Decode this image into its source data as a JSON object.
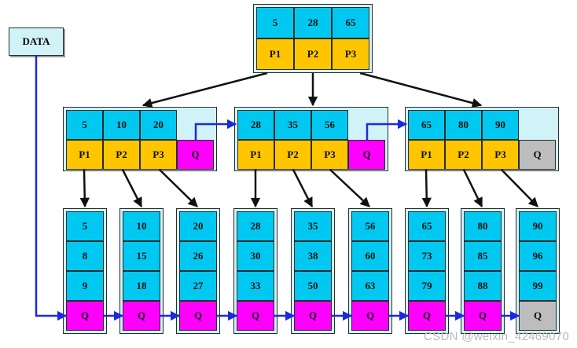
{
  "data_label": "DATA",
  "root": {
    "keys": [
      "5",
      "28",
      "65"
    ],
    "ptrs": [
      "P1",
      "P2",
      "P3"
    ]
  },
  "internals": [
    {
      "keys": [
        "5",
        "10",
        "20"
      ],
      "ptrs": [
        "P1",
        "P2",
        "P3"
      ],
      "q": "Q",
      "q_color": "#ff00ff"
    },
    {
      "keys": [
        "28",
        "35",
        "56"
      ],
      "ptrs": [
        "P1",
        "P2",
        "P3"
      ],
      "q": "Q",
      "q_color": "#ff00ff"
    },
    {
      "keys": [
        "65",
        "80",
        "90"
      ],
      "ptrs": [
        "P1",
        "P2",
        "P3"
      ],
      "q": "Q",
      "q_color": "#bdbdbd"
    }
  ],
  "leaves": [
    {
      "keys": [
        "5",
        "8",
        "9"
      ],
      "q": "Q",
      "q_color": "#ff00ff"
    },
    {
      "keys": [
        "10",
        "15",
        "18"
      ],
      "q": "Q",
      "q_color": "#ff00ff"
    },
    {
      "keys": [
        "20",
        "26",
        "27"
      ],
      "q": "Q",
      "q_color": "#ff00ff"
    },
    {
      "keys": [
        "28",
        "30",
        "33"
      ],
      "q": "Q",
      "q_color": "#ff00ff"
    },
    {
      "keys": [
        "35",
        "38",
        "50"
      ],
      "q": "Q",
      "q_color": "#ff00ff"
    },
    {
      "keys": [
        "56",
        "60",
        "63"
      ],
      "q": "Q",
      "q_color": "#ff00ff"
    },
    {
      "keys": [
        "65",
        "73",
        "79"
      ],
      "q": "Q",
      "q_color": "#ff00ff"
    },
    {
      "keys": [
        "80",
        "85",
        "88"
      ],
      "q": "Q",
      "q_color": "#ff00ff"
    },
    {
      "keys": [
        "90",
        "96",
        "99"
      ],
      "q": "Q",
      "q_color": "#bdbdbd"
    }
  ],
  "colors": {
    "key": "#00c8f0",
    "pointer": "#ffc600",
    "q": "#ff00ff",
    "q_end": "#bdbdbd",
    "node_bg": "#cff3f7",
    "link": "#1a2bdc",
    "arrow": "#111111"
  },
  "watermark": "CSDN @weixin_42469070"
}
